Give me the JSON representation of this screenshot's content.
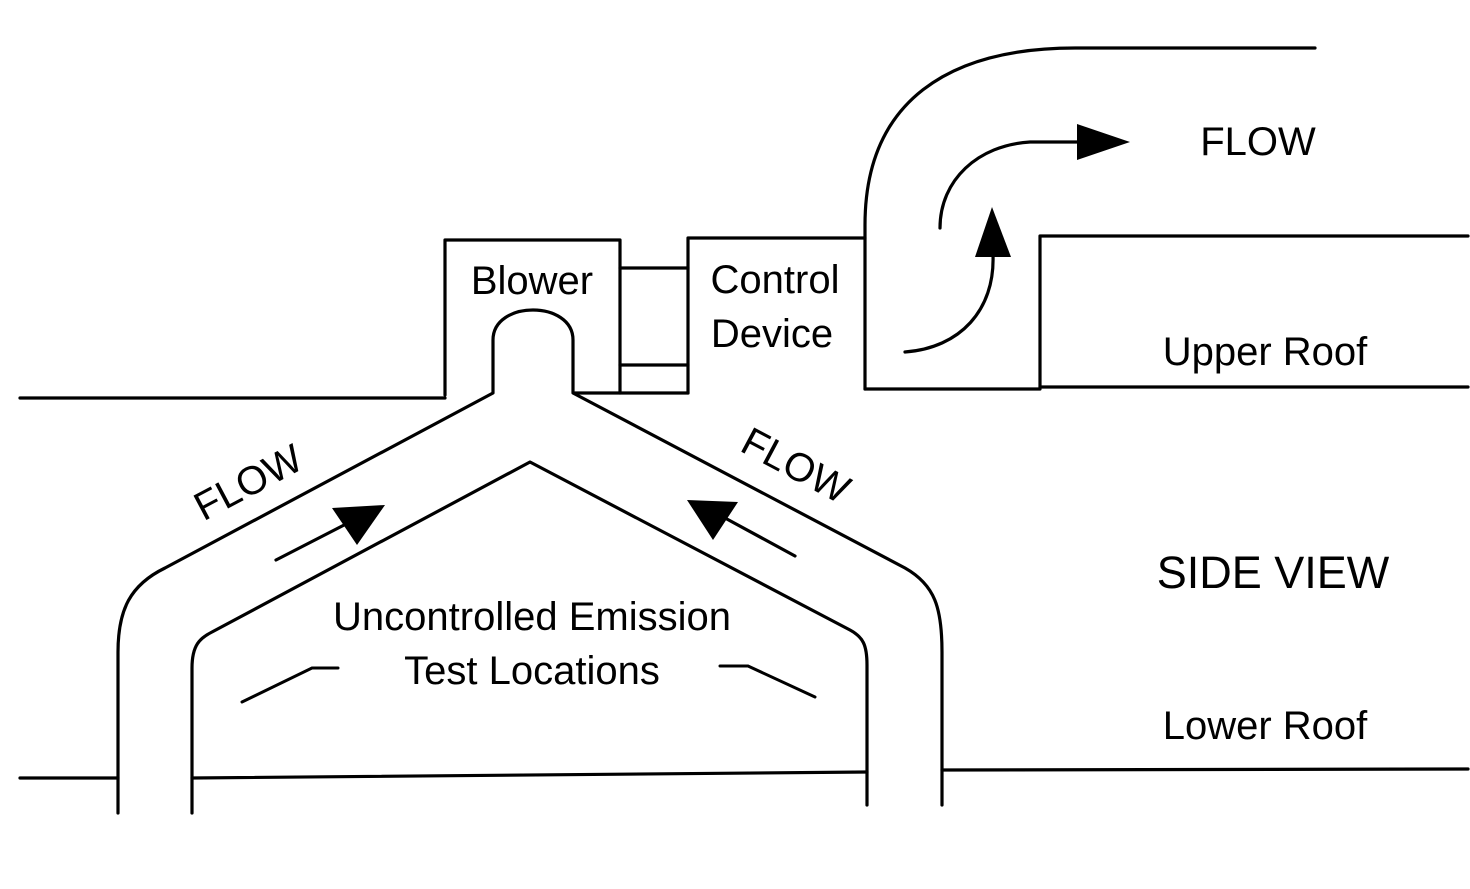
{
  "diagram": {
    "components": {
      "blower": "Blower",
      "control_device_line1": "Control",
      "control_device_line2": "Device"
    },
    "flow_labels": {
      "left": "FLOW",
      "right": "FLOW",
      "exhaust": "FLOW"
    },
    "area_labels": {
      "upper_roof": "Upper Roof",
      "lower_roof": "Lower Roof",
      "view": "SIDE VIEW",
      "emission_line1": "Uncontrolled Emission",
      "emission_line2": "Test Locations"
    }
  }
}
